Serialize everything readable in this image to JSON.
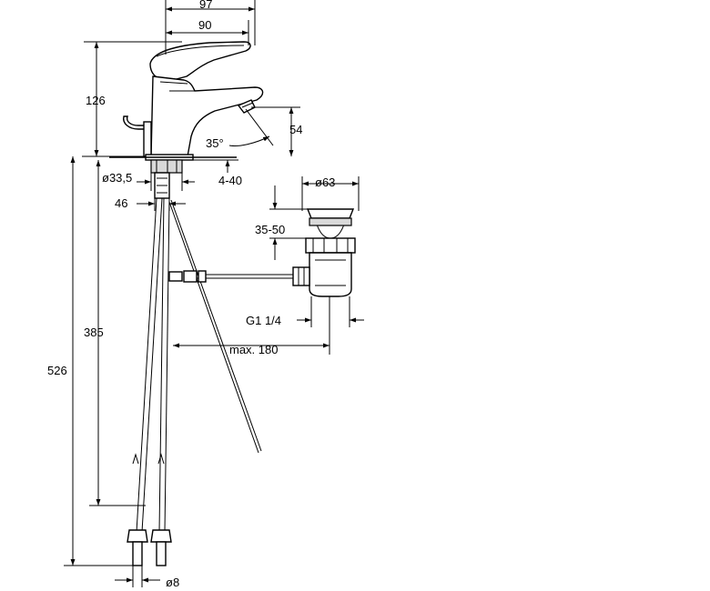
{
  "diagram": {
    "labels": {
      "top_width_outer": "97",
      "top_width_inner": "90",
      "faucet_height": "126",
      "spout_height": "54",
      "spout_angle": "35°",
      "deck_thickness": "4-40",
      "base_diameter": "ø33,5",
      "shank_length": "46",
      "drain_diameter": "ø63",
      "drain_range": "35-50",
      "drain_thread": "G1 1/4",
      "rod_reach": "max. 180",
      "hose_length_inner": "385",
      "hose_length_total": "526",
      "hose_diameter": "ø8"
    }
  }
}
